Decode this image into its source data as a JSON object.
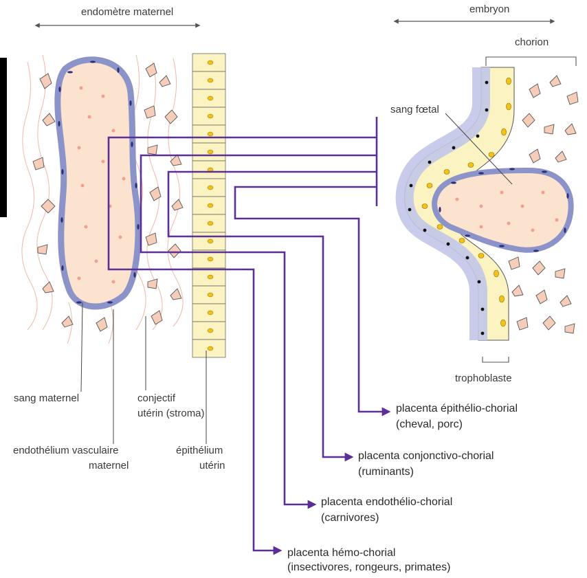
{
  "labels": {
    "maternal_endometrium": "endomètre maternel",
    "embryo": "embryon",
    "chorion": "chorion",
    "fetal_blood": "sang fœtal",
    "trophoblast": "trophoblaste",
    "maternal_blood": "sang maternel",
    "uterine_connective_line1": "conjectif",
    "uterine_connective_line2": "utérin (stroma)",
    "vascular_endothelium_line1": "endothélium vasculaire",
    "vascular_endothelium_line2": "maternel",
    "uterine_epithelium_line1": "épithélium",
    "uterine_epithelium_line2": "utérin"
  },
  "placenta_types": [
    {
      "name": "placenta épithélio-chorial",
      "examples": "(cheval, porc)"
    },
    {
      "name": "placenta conjonctivo-chorial",
      "examples": "(ruminants)"
    },
    {
      "name": "placenta endothélio-chorial",
      "examples": "(carnivores)"
    },
    {
      "name": "placenta hémo-chorial",
      "examples": "(insectivores, rongeurs, primates)"
    }
  ],
  "colors": {
    "bracket_purple": "#5b2f95",
    "vessel_blue": "#8c93c8",
    "blood_peach": "#fbe3cf",
    "cell_yellow": "#fbf4c2",
    "nucleus_gold": "#f2c21a",
    "stroma_cell": "#f6cdb8"
  }
}
